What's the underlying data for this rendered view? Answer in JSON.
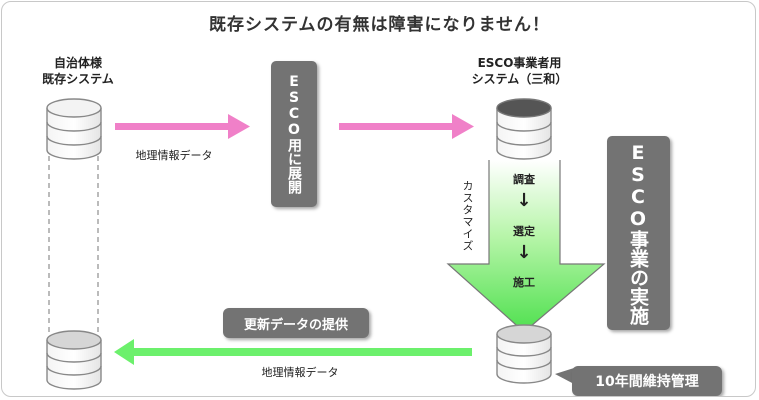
{
  "title": "既存システムの有無は障害になりません！",
  "left_system": {
    "line1": "自治体様",
    "line2": "既存システム"
  },
  "right_system": {
    "line1": "ESCO事業者用",
    "line2": "システム（三和）"
  },
  "geo_data_top": "地理情報データ",
  "geo_data_bottom": "地理情報データ",
  "esco_deploy_box": "ESCO用に展開",
  "esco_impl_box": "ESCO事業の実施",
  "customize_label": "カスタマイズ",
  "steps": {
    "step1": "調査",
    "step2": "選定",
    "step3": "施工",
    "arrow": "↓"
  },
  "update_box": "更新データの提供",
  "maintenance_box": "10年間維持管理",
  "colors": {
    "pink": "#f080c8",
    "green": "#6cf06c",
    "gray_box": "#737373"
  }
}
